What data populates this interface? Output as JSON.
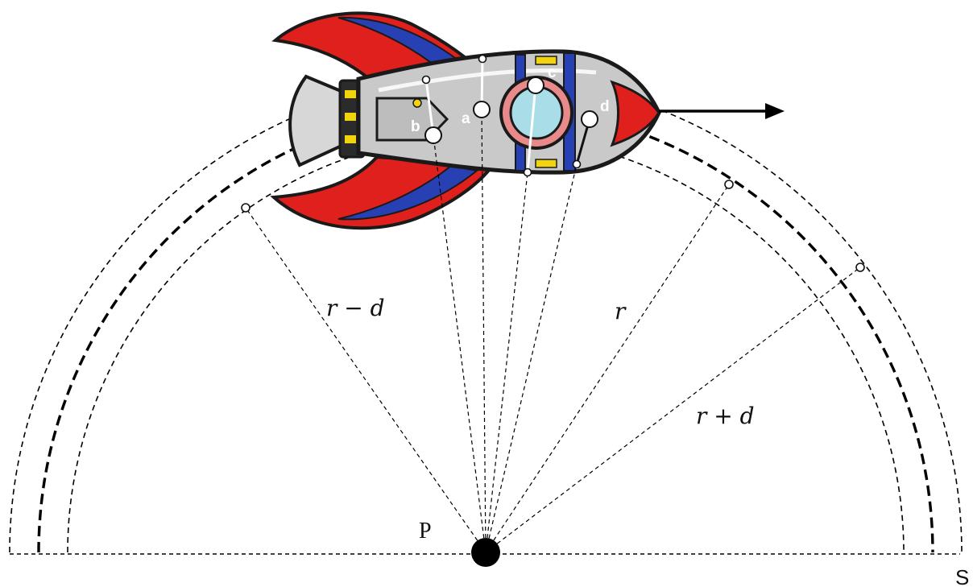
{
  "labels": {
    "inner_radius": "r − d",
    "middle_radius": "r",
    "outer_radius": "r + d",
    "center": "P",
    "corner": "S"
  },
  "points": [
    "a",
    "b",
    "c",
    "d"
  ],
  "icons": {
    "rocket": "rocket-icon",
    "direction_arrow": "arrow-right-icon"
  },
  "colors": {
    "dashed_line": "#000000",
    "rocket_red": "#e0201c",
    "rocket_blue": "#2741b4",
    "rocket_gray": "#c9c9c9",
    "rocket_yellow": "#f2d40e",
    "window": "#a9dde8",
    "window_ring": "#e88a8a",
    "point_marker": "#ffffff"
  }
}
